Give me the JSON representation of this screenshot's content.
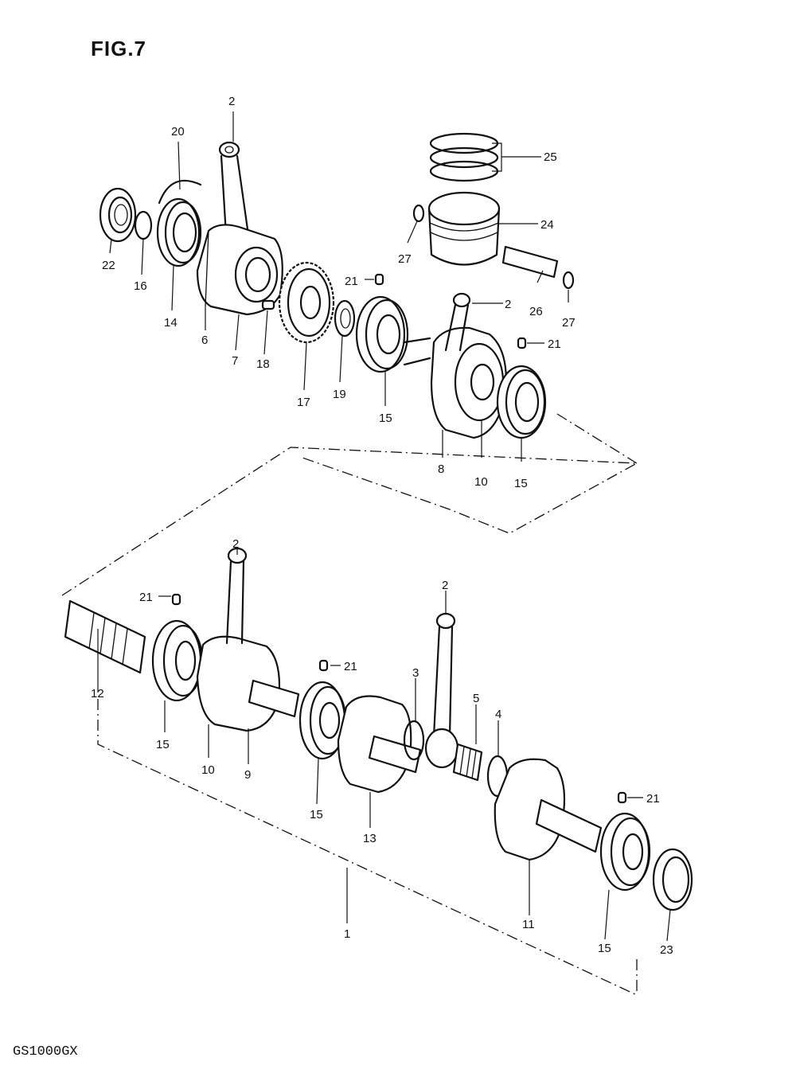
{
  "figure": {
    "title": "FIG.7",
    "model": "GS1000GX"
  },
  "callouts": {
    "n1": "1",
    "n2a": "2",
    "n2b": "2",
    "n2c": "2",
    "n2d": "2",
    "n3": "3",
    "n4": "4",
    "n5": "5",
    "n6": "6",
    "n7": "7",
    "n8": "8",
    "n9": "9",
    "n10a": "10",
    "n10b": "10",
    "n11": "11",
    "n12": "12",
    "n13": "13",
    "n14": "14",
    "n15a": "15",
    "n15b": "15",
    "n15c": "15",
    "n15d": "15",
    "n15e": "15",
    "n16": "16",
    "n17": "17",
    "n18": "18",
    "n19": "19",
    "n20": "20",
    "n21a": "21",
    "n21b": "21",
    "n21c": "21",
    "n21d": "21",
    "n21e": "21",
    "n22": "22",
    "n23": "23",
    "n24": "24",
    "n25": "25",
    "n26": "26",
    "n27a": "27",
    "n27b": "27"
  }
}
